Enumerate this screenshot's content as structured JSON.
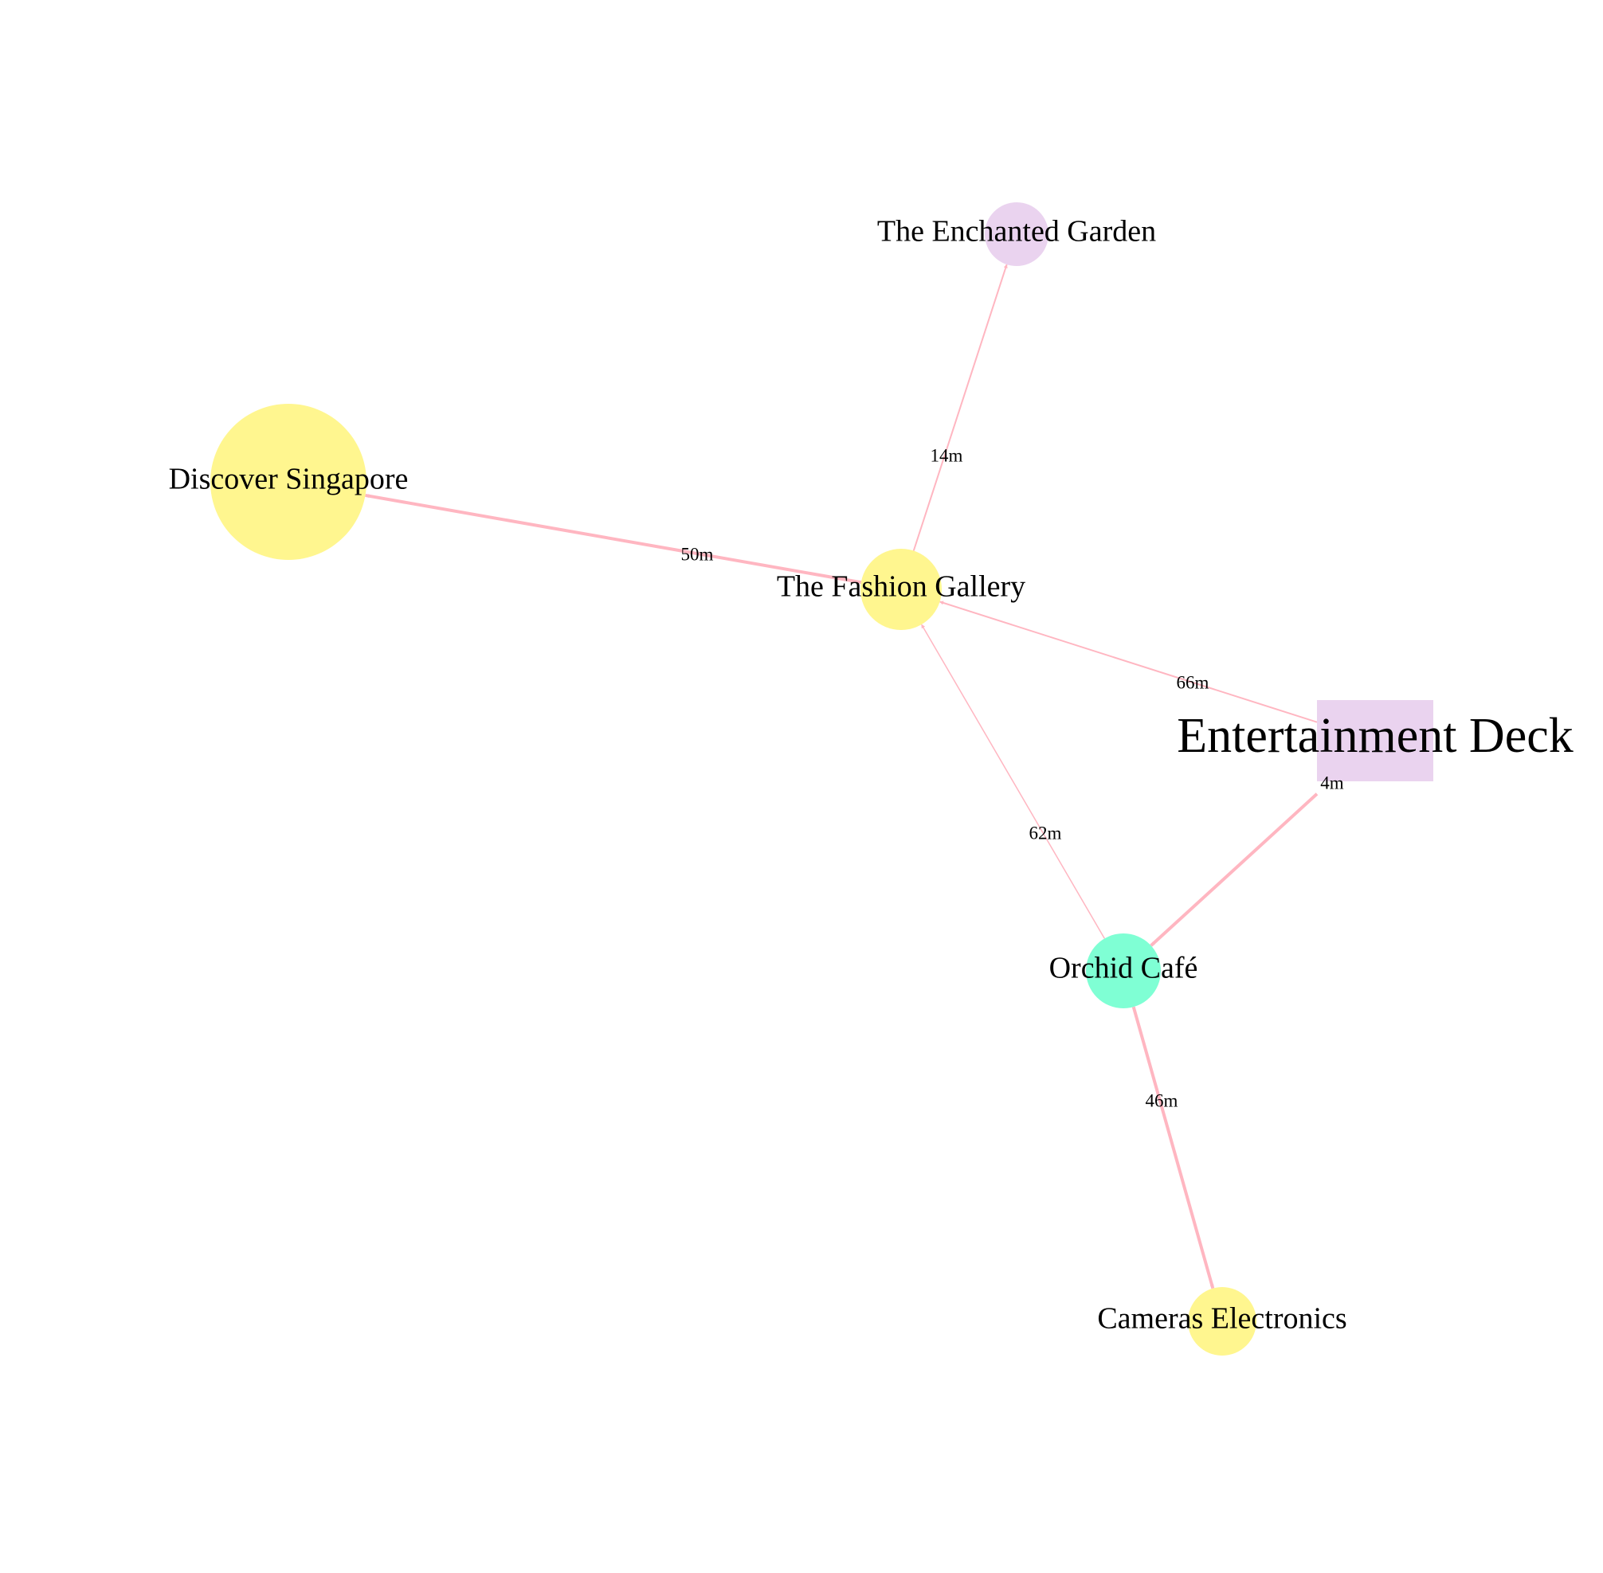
{
  "colors": {
    "edge": "#ffb6c1",
    "yellow": "#fff68f",
    "thistle": "#ead3ef",
    "aquamarine": "#7fffd4"
  },
  "nodes": [
    {
      "id": "enchanted",
      "label": "The Enchanted Garden",
      "shape": "circle",
      "color": "#ead3ef"
    },
    {
      "id": "discover",
      "label": "Discover Singapore",
      "shape": "circle",
      "color": "#fff68f"
    },
    {
      "id": "fashion",
      "label": "The Fashion Gallery",
      "shape": "circle",
      "color": "#fff68f"
    },
    {
      "id": "entertainment",
      "label": "Entertainment Deck",
      "shape": "square",
      "color": "#ead3ef"
    },
    {
      "id": "orchid",
      "label": "Orchid Café",
      "shape": "circle",
      "color": "#7fffd4"
    },
    {
      "id": "cameras",
      "label": "Cameras Electronics",
      "shape": "circle",
      "color": "#fff68f"
    }
  ],
  "edges": [
    {
      "from": "fashion",
      "to": "enchanted",
      "label": "14m"
    },
    {
      "from": "fashion",
      "to": "discover",
      "label": "50m"
    },
    {
      "from": "entertainment",
      "to": "fashion",
      "label": "66m"
    },
    {
      "from": "orchid",
      "to": "fashion",
      "label": "62m"
    },
    {
      "from": "entertainment",
      "to": "orchid",
      "label": "4m"
    },
    {
      "from": "orchid",
      "to": "cameras",
      "label": "46m"
    }
  ]
}
